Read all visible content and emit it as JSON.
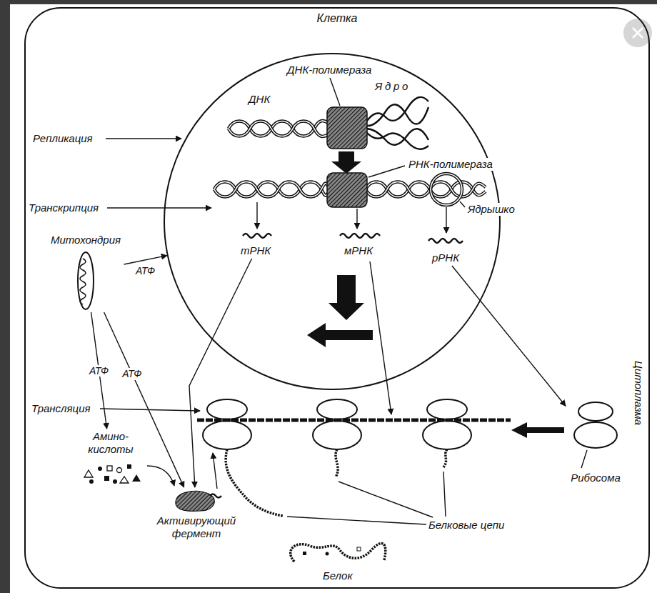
{
  "diagram": {
    "nodes": [
      {
        "text": [
          "Клетка"
        ]
      },
      {
        "text": [
          "Ядро"
        ],
        "in": 0
      },
      {
        "text": [
          "тРНК"
        ],
        "in": 1
      },
      {
        "text": [
          "мРНК"
        ],
        "in": 1
      },
      {
        "text": [
          "рРНК"
        ],
        "in": 1
      },
      {
        "text": [
          "Митохондрия"
        ],
        "in": 0
      },
      {
        "text": [
          "Амино- кислоты"
        ],
        "in": 0
      },
      {
        "text": [
          "Активирующий фермент"
        ],
        "in": 0
      },
      {
        "text": [
          "Рибосома"
        ],
        "in": 0
      }
    ],
    "edges": [
      {
        "from": 4,
        "to": 8,
        "arrow": "to"
      },
      {
        "from": 2,
        "to": 7,
        "arrow": "to"
      },
      {
        "from": 5,
        "to": 1,
        "label": "АТФ",
        "arrow": "to"
      },
      {
        "from": 5,
        "to": 6,
        "label": "АТФ",
        "arrow": "to"
      },
      {
        "from": 5,
        "to": 7,
        "label": "АТФ",
        "arrow": "to"
      }
    ],
    "labels": [
      "ДНК-полимераза",
      "ДНК",
      "Репликация",
      "РНК-полимераза",
      "Ядрышко",
      "Транскрипция",
      "Цитоплазма",
      "Трансляция",
      "Белковые цепи",
      "Белок"
    ]
  }
}
